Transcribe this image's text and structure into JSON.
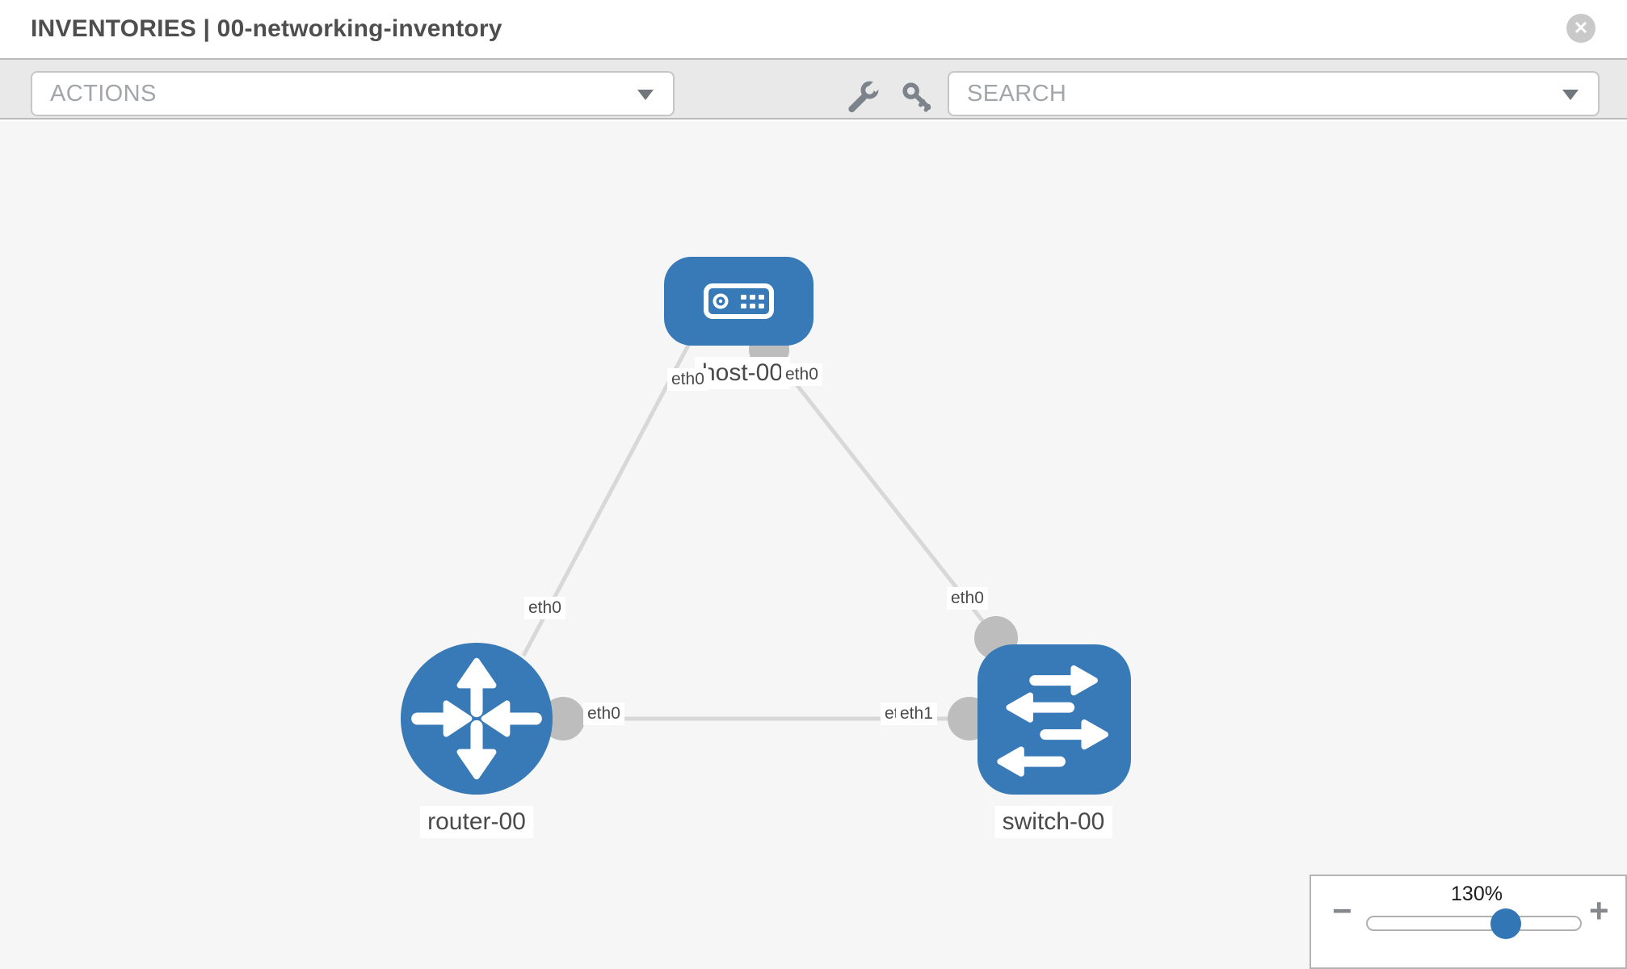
{
  "header": {
    "title": "INVENTORIES | 00-networking-inventory"
  },
  "toolbar": {
    "actions_label": "ACTIONS",
    "search_label": "SEARCH",
    "icon_names": [
      "wrench-icon",
      "key-icon"
    ]
  },
  "canvas": {
    "nodes": [
      {
        "label": "host-00",
        "type": "host"
      },
      {
        "label": "router-00",
        "type": "router"
      },
      {
        "label": "switch-00",
        "type": "switch"
      }
    ],
    "links": [
      {
        "from": "host-00",
        "to": "router-00",
        "from_if": "eth0",
        "to_if": "eth0"
      },
      {
        "from": "host-00",
        "to": "switch-00",
        "from_if": "eth0",
        "to_if": "eth0"
      },
      {
        "from": "router-00",
        "to": "switch-00",
        "from_if": "eth0",
        "to_if": "eth1"
      }
    ],
    "interfaces": {
      "host_left": "eth0",
      "host_right": "eth0",
      "router_top": "eth0",
      "switch_top": "eth0",
      "router_right": "eth0",
      "switch_left_back": "eth0",
      "switch_left_front": "eth1"
    }
  },
  "zoom": {
    "value": "130%"
  },
  "icons": {
    "close": "✕",
    "minus": "−",
    "plus": "+"
  },
  "colors": {
    "node_blue": "#377ab7",
    "knob_blue": "#3276b5",
    "link_gray": "#d8d8d8",
    "connector_gray": "#bdbdbd",
    "toolbar_bg": "#e9e9e9",
    "canvas_bg": "#f6f6f6"
  }
}
